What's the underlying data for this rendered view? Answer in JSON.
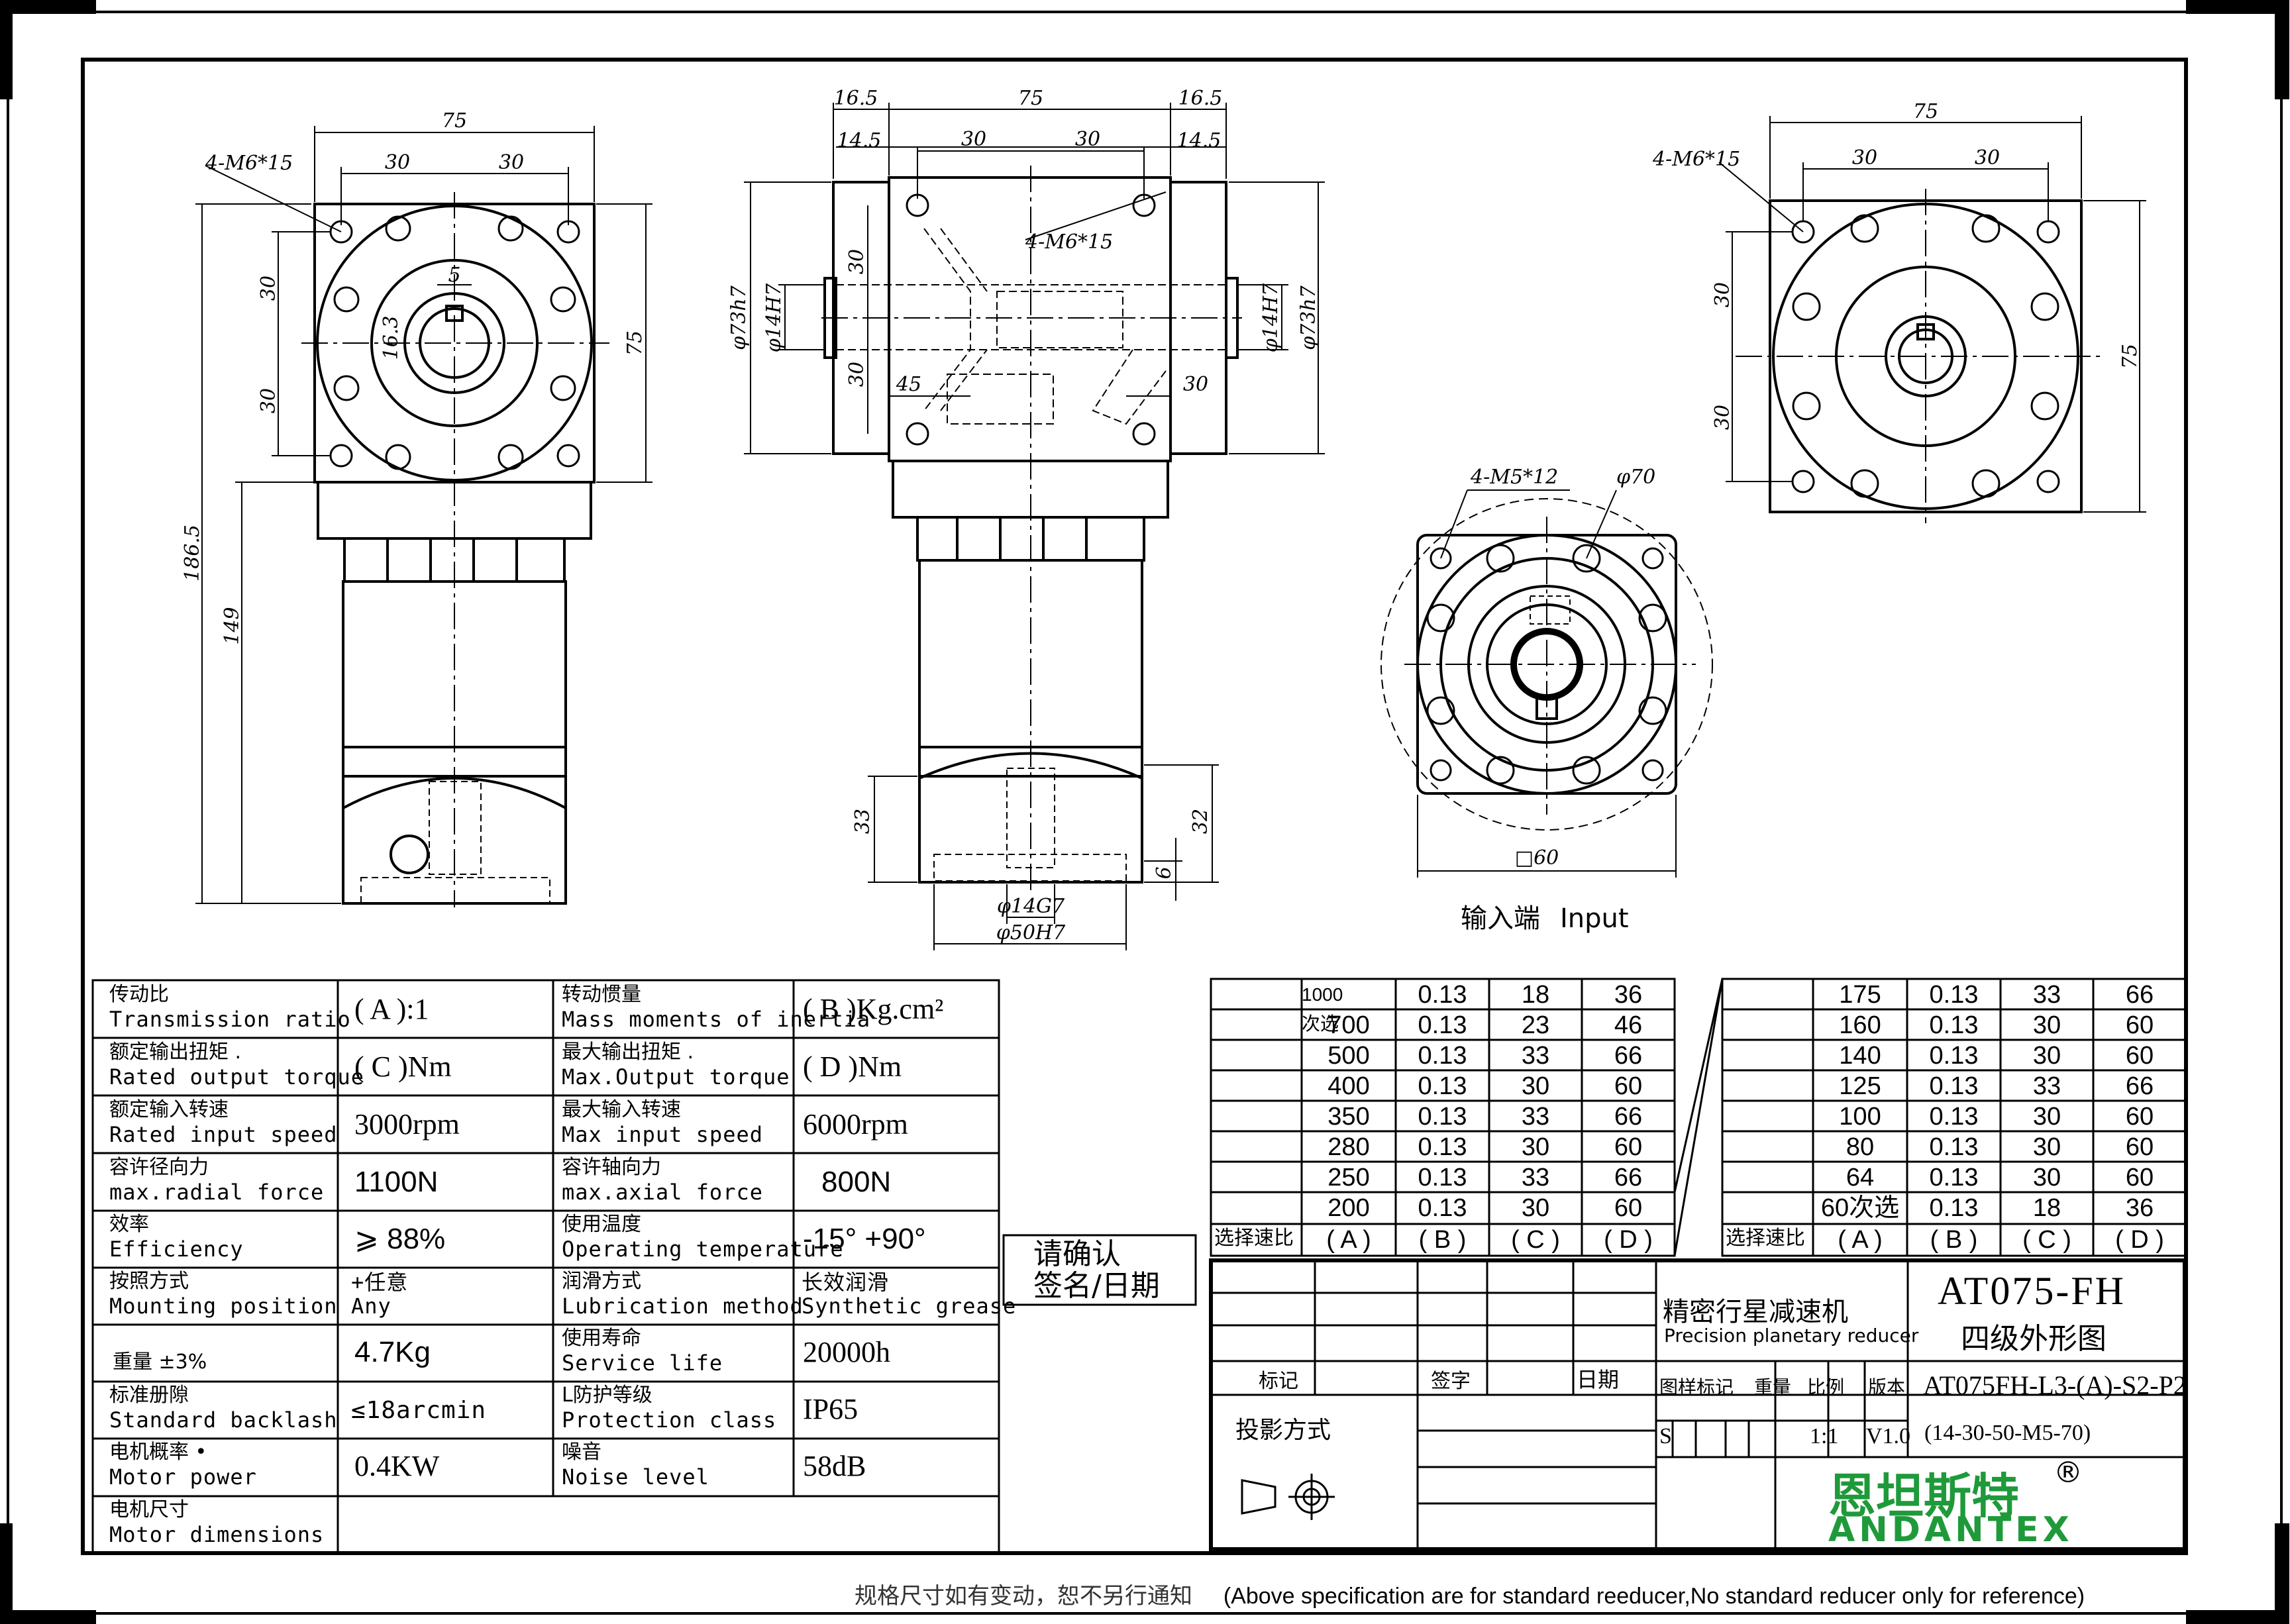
{
  "views": {
    "front_left": {
      "dims": {
        "w75": "75",
        "w30a": "30",
        "w30b": "30",
        "holes": "4-M6*15",
        "h30a": "30",
        "h30b": "30",
        "h75": "75",
        "key5": "5",
        "d16_3": "16.3",
        "h186_5": "186.5",
        "h149": "149"
      }
    },
    "side_middle": {
      "dims": {
        "d16_5a": "16.5",
        "d75": "75",
        "d16_5b": "16.5",
        "d14_5a": "14.5",
        "d30a": "30",
        "d30b": "30",
        "d14_5b": "14.5",
        "holes": "4-M6*15",
        "phi73a": "φ73h7",
        "phi14a": "φ14H7",
        "phi73b": "φ73h7",
        "phi14b": "φ14H7",
        "v30a": "30",
        "v30b": "30",
        "d45": "45",
        "d30c": "30",
        "h33": "33",
        "h32": "32",
        "h6": "6",
        "phi14c": "φ14G7",
        "phi50": "φ50H7"
      }
    },
    "front_right": {
      "dims": {
        "w75": "75",
        "w30a": "30",
        "w30b": "30",
        "holes": "4-M6*15",
        "h30a": "30",
        "h30b": "30",
        "h75": "75"
      }
    },
    "input_view": {
      "dims": {
        "holes": "4-M5*12",
        "phi70": "φ70",
        "sq60": "□60"
      },
      "caption_cn": "输入端",
      "caption_en": "Input"
    }
  },
  "specs": {
    "rows": [
      {
        "l_cn": "传动比",
        "l_en": "Transmission ratio",
        "l_val": "(  A  ):1",
        "r_cn": "转动惯量",
        "r_en": "Mass moments of inertia",
        "r_val": "(  B  )Kg.cm²"
      },
      {
        "l_cn": "额定输出扭矩  .",
        "l_en": "Rated output torque",
        "l_val": "(  C  )Nm",
        "r_cn": "最大输出扭矩  .",
        "r_en": "Max.Output torque",
        "r_val": "(  D  )Nm"
      },
      {
        "l_cn": "额定输入转速",
        "l_en": "Rated input speed",
        "l_val": "3000rpm",
        "r_cn": "最大输入转速",
        "r_en": "Max input speed",
        "r_val": "6000rpm"
      },
      {
        "l_cn": "容许径向力",
        "l_en": "max.radial force",
        "l_val": "1100N",
        "r_cn": "容许轴向力",
        "r_en": "max.axial  force",
        "r_val": "800N"
      },
      {
        "l_cn": "效率",
        "l_en": "Efficiency",
        "l_val": "⩾ 88%",
        "r_cn": "使用温度",
        "r_en": "Operating temperature",
        "r_val": "-15° +90°"
      },
      {
        "l_cn": "按照方式",
        "l_en": "Mounting position",
        "l_val": "+任意\nAny",
        "r_cn": "润滑方式",
        "r_en": "Lubrication method",
        "r_val": "长效润滑\nSynthetic grease"
      },
      {
        "l_cn": "重量 ±3%",
        "l_en": "",
        "l_val": "4.7Kg",
        "r_cn": "使用寿命",
        "r_en": "Service life",
        "r_val": "20000h"
      },
      {
        "l_cn": "标准册隙",
        "l_en": "Standard backlash",
        "l_val": "≤18arcmin",
        "r_cn": "L防护等级",
        "r_en": "Protection class",
        "r_val": "IP65"
      },
      {
        "l_cn": "电机概率 •",
        "l_en": "Motor power",
        "l_val": "0.4KW",
        "r_cn": "噪音",
        "r_en": "Noise level",
        "r_val": "58dB"
      },
      {
        "l_cn": "电机尺寸",
        "l_en": "Motor dimensions",
        "l_val": "",
        "r_cn": "",
        "r_en": "",
        "r_val": ""
      }
    ]
  },
  "confirm": {
    "line1": "请确认",
    "line2": "签名/日期"
  },
  "ratio_table_left": {
    "rows": [
      [
        "1000次选",
        "0.13",
        "18",
        "36"
      ],
      [
        "700",
        "0.13",
        "23",
        "46"
      ],
      [
        "500",
        "0.13",
        "33",
        "66"
      ],
      [
        "400",
        "0.13",
        "30",
        "60"
      ],
      [
        "350",
        "0.13",
        "33",
        "66"
      ],
      [
        "280",
        "0.13",
        "30",
        "60"
      ],
      [
        "250",
        "0.13",
        "33",
        "66"
      ],
      [
        "200",
        "0.13",
        "30",
        "60"
      ]
    ],
    "footer": [
      "选择速比",
      "( A )",
      "( B )",
      "( C )",
      "( D )"
    ]
  },
  "ratio_table_right": {
    "rows": [
      [
        "175",
        "0.13",
        "33",
        "66"
      ],
      [
        "160",
        "0.13",
        "30",
        "60"
      ],
      [
        "140",
        "0.13",
        "30",
        "60"
      ],
      [
        "125",
        "0.13",
        "33",
        "66"
      ],
      [
        "100",
        "0.13",
        "30",
        "60"
      ],
      [
        "80",
        "0.13",
        "30",
        "60"
      ],
      [
        "64",
        "0.13",
        "30",
        "60"
      ],
      [
        "60次选",
        "0.13",
        "18",
        "36"
      ]
    ],
    "footer": [
      "选择速比",
      "( A )",
      "( B )",
      "( C )",
      "( D )"
    ]
  },
  "title_block": {
    "product_cn": "精密行星减速机",
    "product_en": "Precision planetary reducer",
    "model": "AT075-FH",
    "drawing_name": "四级外形图",
    "mark": "标记",
    "sign": "签字",
    "date": "日期",
    "projection": "投影方式",
    "h_mark": "图样标记",
    "h_weight": "重量",
    "h_scale": "比例",
    "h_version": "版本",
    "part_no": "AT075FH-L3-(A)-S2-P2",
    "part_sub": "(14-30-50-M5-70)",
    "s": "S",
    "scale": "1:1",
    "version": "V1.0",
    "brand_cn": "恩坦斯特",
    "brand_reg": "®",
    "brand_en": "ANDANTEX",
    "brand_color": "#1f9a3a"
  },
  "footnote_cn": "规格尺寸如有变动，恕不另行通知",
  "footnote_en": "(Above specification are for standard reeducer,No standard reducer only for reference)"
}
